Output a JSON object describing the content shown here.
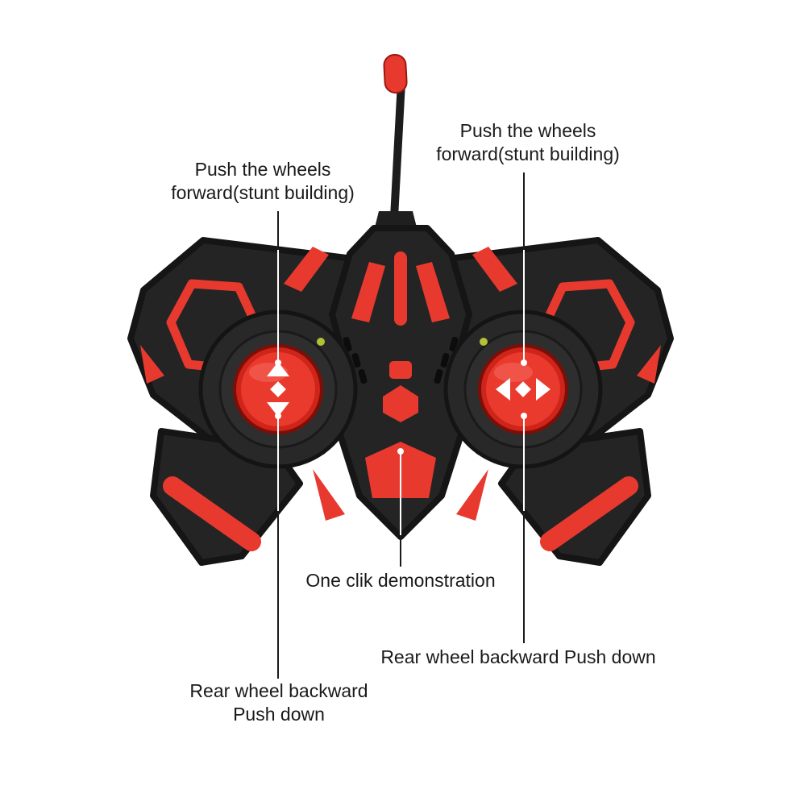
{
  "title": "RC car remote controller annotated diagram",
  "colors": {
    "accent_red": "#e8392f",
    "accent_red_dark": "#a8170d",
    "body_black": "#242424",
    "label_text": "#1a1a1a"
  },
  "icons": {
    "left_button": "up-down-arrows-icon",
    "right_button": "left-right-arrows-icon",
    "antenna": "antenna-icon"
  },
  "labels": {
    "left_top": [
      "Push the wheels",
      "forward(stunt building)"
    ],
    "right_top": [
      "Push the wheels",
      "forward(stunt building)"
    ],
    "center_bottom": [
      "One clik demonstration"
    ],
    "right_bottom": [
      "Rear wheel backward Push down"
    ],
    "left_bottom": [
      "Rear wheel backward",
      "Push down"
    ]
  }
}
